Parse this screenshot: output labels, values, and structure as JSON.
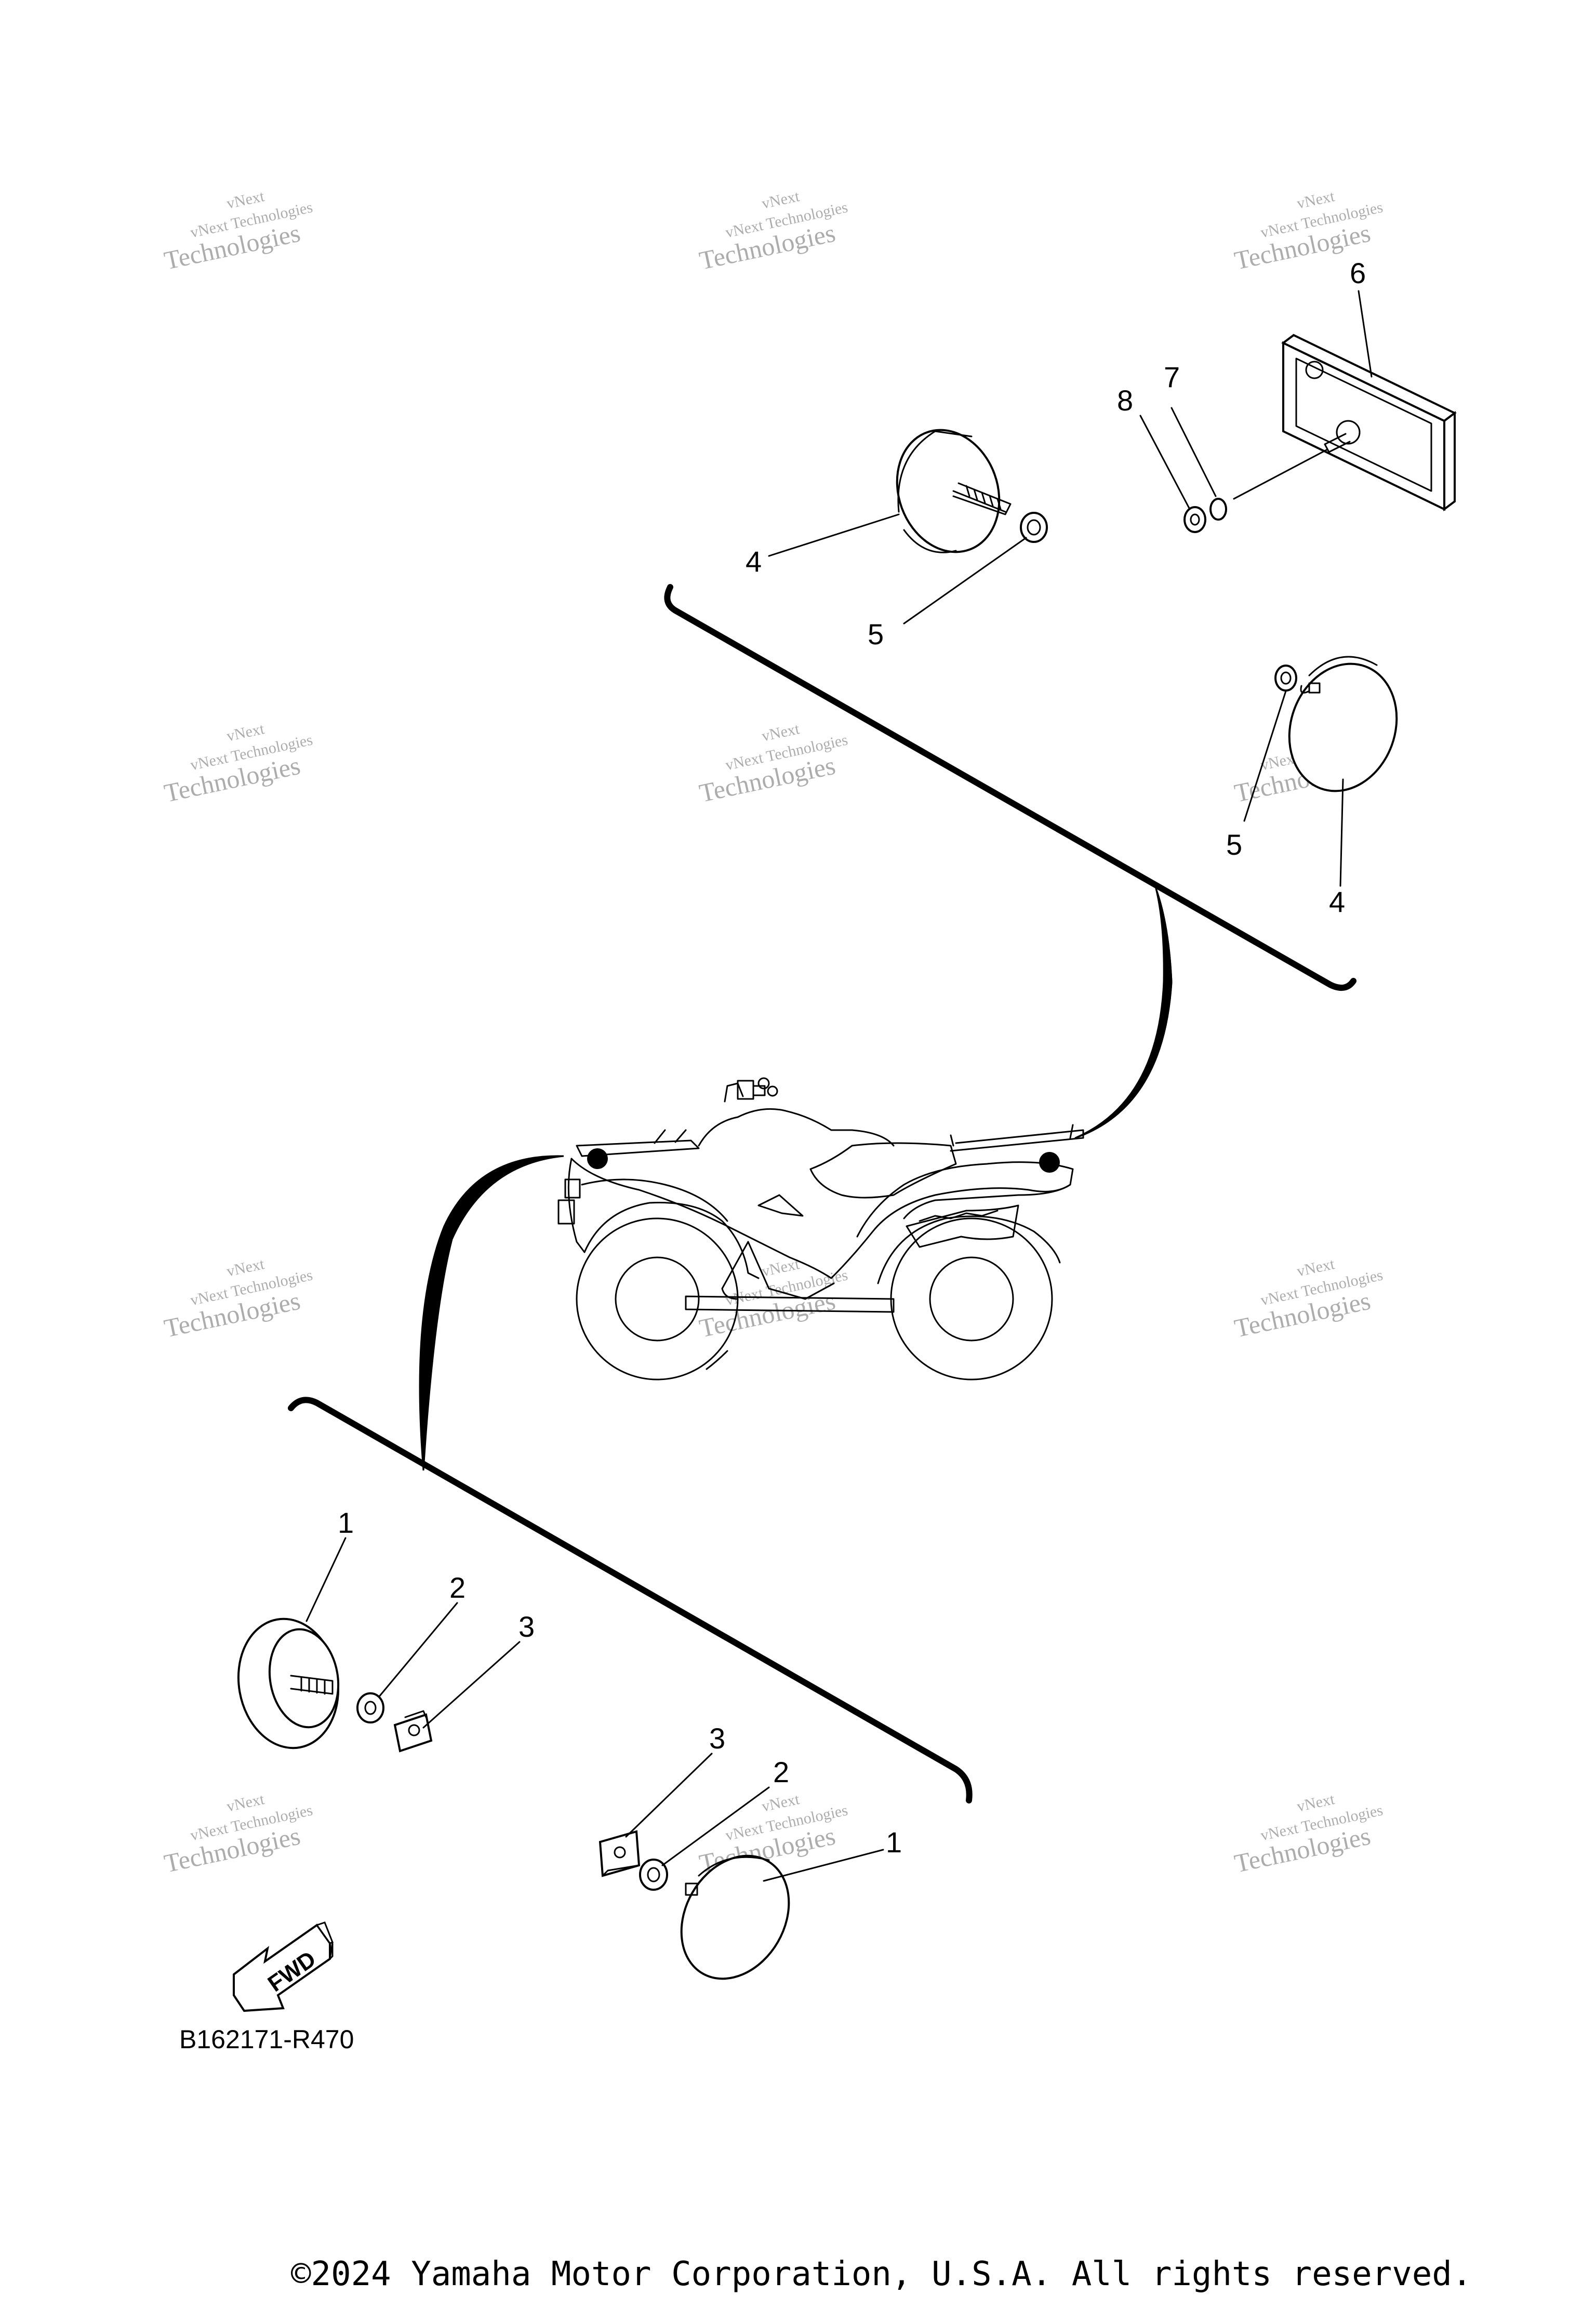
{
  "diagram": {
    "figure_code": "B162171-R470",
    "fwd_label": "FWD",
    "copyright": "©2024 Yamaha Motor Corporation, U.S.A. All rights reserved.",
    "watermark": {
      "line1": "vNext",
      "line2": "vNext Technologies",
      "line3": "Technologies"
    },
    "callouts": {
      "c1a": "1",
      "c1b": "1",
      "c2a": "2",
      "c2b": "2",
      "c3a": "3",
      "c3b": "3",
      "c4a": "4",
      "c4b": "4",
      "c5a": "5",
      "c5b": "5",
      "c6": "6",
      "c7": "7",
      "c8": "8"
    }
  }
}
